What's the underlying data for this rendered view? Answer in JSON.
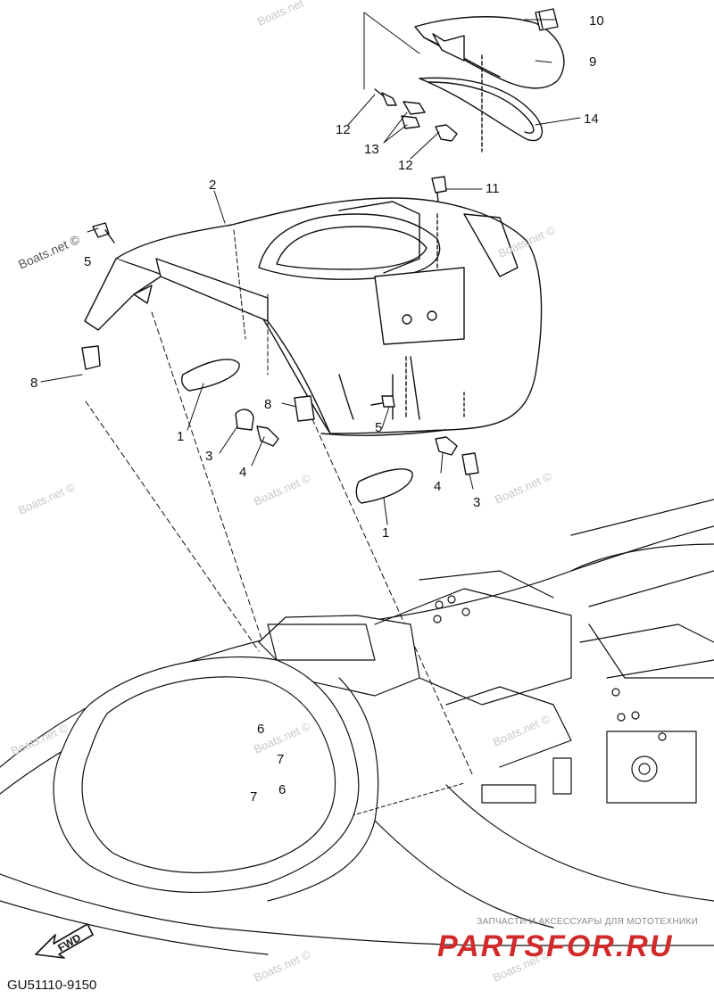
{
  "diagram": {
    "code": "GU51110-9150",
    "direction_label": "FWD",
    "watermark": "Boats.net ©",
    "watermark_partial": "Boats.net",
    "footer_tagline": "ЗАПЧАСТИ И АКСЕССУАРЫ ДЛЯ МОТОТЕХНИКИ",
    "footer_brand": "PARTSFOR.RU",
    "callouts": [
      "1",
      "1",
      "2",
      "3",
      "3",
      "4",
      "4",
      "5",
      "5",
      "6",
      "6",
      "7",
      "7",
      "8",
      "8",
      "9",
      "10",
      "11",
      "12",
      "12",
      "13",
      "14"
    ]
  }
}
